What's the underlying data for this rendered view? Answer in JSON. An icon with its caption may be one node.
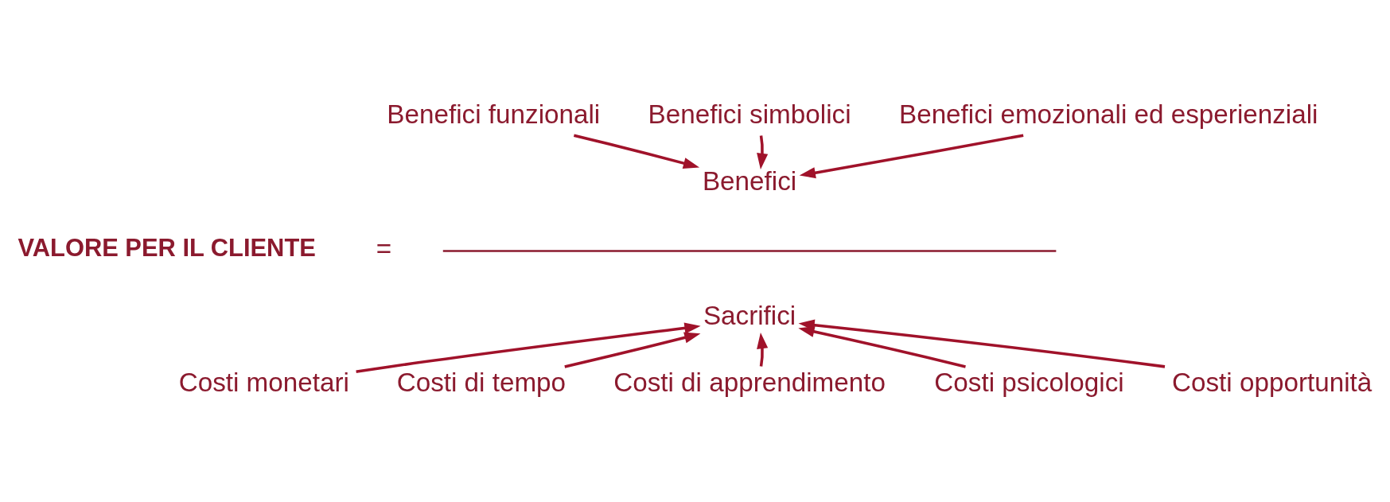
{
  "diagram": {
    "nodes": [
      {
        "text": [
          "Benefici simbolici"
        ]
      },
      {
        "text": [
          "Benefici funzionali"
        ]
      },
      {
        "text": [
          "Benefici emozionali ed esperienziali"
        ]
      },
      {
        "text": [
          "Benefici"
        ]
      },
      {
        "text": [
          "Sacrifici"
        ]
      },
      {
        "text": [
          "Costi opportunità"
        ]
      },
      {
        "text": [
          "Costi monetari"
        ]
      },
      {
        "text": [
          "Costi psicologici"
        ]
      },
      {
        "text": [
          "Costi di tempo"
        ]
      },
      {
        "text": [
          "Costi di apprendimento"
        ]
      }
    ],
    "edges": [
      {
        "from": 1,
        "to": 3,
        "arrow": "to"
      },
      {
        "from": 0,
        "to": 3,
        "arrow": "to"
      },
      {
        "from": 2,
        "to": 3,
        "arrow": "to"
      },
      {
        "from": 5,
        "to": 4,
        "arrow": "to"
      },
      {
        "from": 6,
        "to": 4,
        "arrow": "to"
      },
      {
        "from": 8,
        "to": 4,
        "arrow": "to"
      },
      {
        "from": 9,
        "to": 4,
        "arrow": "to"
      },
      {
        "from": 7,
        "to": 4,
        "arrow": "to"
      }
    ],
    "labels": [
      "VALORE PER IL CLIENTE",
      "="
    ]
  }
}
